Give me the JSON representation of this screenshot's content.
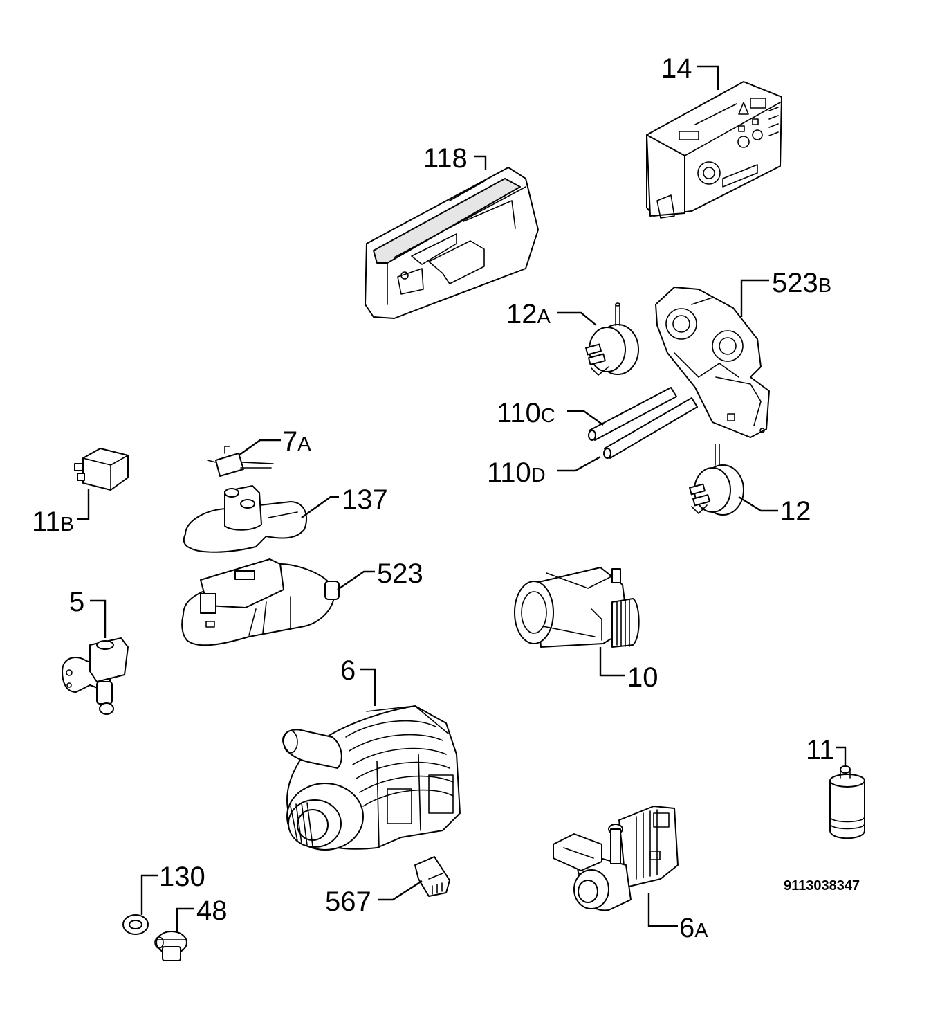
{
  "document_number": "9113038347",
  "callouts": {
    "c14": {
      "main": "14",
      "suffix": ""
    },
    "c118": {
      "main": "118",
      "suffix": ""
    },
    "c523b": {
      "main": "523",
      "suffix": "B"
    },
    "c12a": {
      "main": "12",
      "suffix": "A"
    },
    "c110c": {
      "main": "110",
      "suffix": "C"
    },
    "c110d": {
      "main": "110",
      "suffix": "D"
    },
    "c12": {
      "main": "12",
      "suffix": ""
    },
    "c7a": {
      "main": "7",
      "suffix": "A"
    },
    "c137": {
      "main": "137",
      "suffix": ""
    },
    "c11b": {
      "main": "11",
      "suffix": "B"
    },
    "c523": {
      "main": "523",
      "suffix": ""
    },
    "c5": {
      "main": "5",
      "suffix": ""
    },
    "c10": {
      "main": "10",
      "suffix": ""
    },
    "c6": {
      "main": "6",
      "suffix": ""
    },
    "c11": {
      "main": "11",
      "suffix": ""
    },
    "c130": {
      "main": "130",
      "suffix": ""
    },
    "c48": {
      "main": "48",
      "suffix": ""
    },
    "c567": {
      "main": "567",
      "suffix": ""
    },
    "c6a": {
      "main": "6",
      "suffix": "A"
    }
  }
}
